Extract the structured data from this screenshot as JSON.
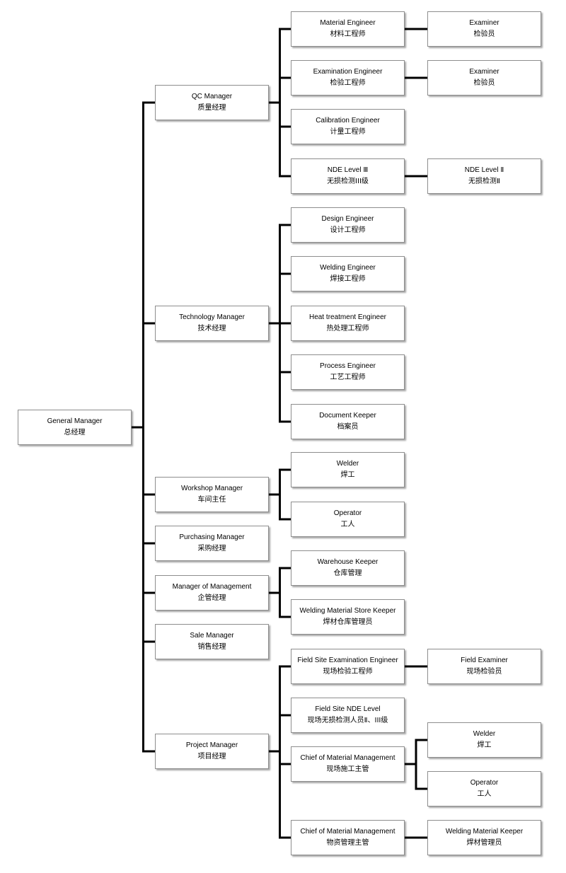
{
  "nodes": [
    {
      "id": "gm",
      "en": "General Manager",
      "zh": "总经理"
    },
    {
      "id": "qc",
      "en": "QC Manager",
      "zh": "质量经理"
    },
    {
      "id": "tech",
      "en": "Technology Manager",
      "zh": "技术经理"
    },
    {
      "id": "workshop",
      "en": "Workshop Manager",
      "zh": "车间主任"
    },
    {
      "id": "purchasing",
      "en": "Purchasing Manager",
      "zh": "采购经理"
    },
    {
      "id": "mgmt",
      "en": "Manager of Management",
      "zh": "企管经理"
    },
    {
      "id": "sale",
      "en": "Sale Manager",
      "zh": "销售经理"
    },
    {
      "id": "project",
      "en": "Project Manager",
      "zh": "项目经理"
    },
    {
      "id": "mat_eng",
      "en": "Material Engineer",
      "zh": "材料工程师"
    },
    {
      "id": "exam_eng",
      "en": "Examination Engineer",
      "zh": "检验工程师"
    },
    {
      "id": "calib_eng",
      "en": "Calibration Engineer",
      "zh": "计量工程师"
    },
    {
      "id": "nde3",
      "en": "NDE Level Ⅲ",
      "zh": "无损检测III级"
    },
    {
      "id": "examiner1",
      "en": "Examiner",
      "zh": "检验员"
    },
    {
      "id": "examiner2",
      "en": "Examiner",
      "zh": "检验员"
    },
    {
      "id": "nde2",
      "en": "NDE Level Ⅱ",
      "zh": "无损检测Ⅱ"
    },
    {
      "id": "design_eng",
      "en": "Design Engineer",
      "zh": "设计工程师"
    },
    {
      "id": "weld_eng",
      "en": "Welding Engineer",
      "zh": "焊接工程师"
    },
    {
      "id": "heat_eng",
      "en": "Heat treatment Engineer",
      "zh": "热处理工程师"
    },
    {
      "id": "process_eng",
      "en": "Process Engineer",
      "zh": "工艺工程师"
    },
    {
      "id": "doc_keeper",
      "en": "Document Keeper",
      "zh": "档案员"
    },
    {
      "id": "welder1",
      "en": "Welder",
      "zh": "焊工"
    },
    {
      "id": "operator1",
      "en": "Operator",
      "zh": "工人"
    },
    {
      "id": "warehouse",
      "en": "Warehouse Keeper",
      "zh": "仓库管理"
    },
    {
      "id": "weld_store",
      "en": "Welding  Material Store Keeper",
      "zh": "焊材仓库管理员"
    },
    {
      "id": "field_exam_eng",
      "en": "Field Site Examination  Engineer",
      "zh": "现场检验工程师"
    },
    {
      "id": "field_nde",
      "en": "Field Site NDE Level",
      "zh": "现场无损检测人员Ⅱ、III级"
    },
    {
      "id": "chief_mat1",
      "en": "Chief of Material Management",
      "zh": "现场施工主管"
    },
    {
      "id": "chief_mat2",
      "en": "Chief of Material Management",
      "zh": "物资管理主管"
    },
    {
      "id": "field_examiner",
      "en": "Field Examiner",
      "zh": "现场检验员"
    },
    {
      "id": "welder2",
      "en": "Welder",
      "zh": "焊工"
    },
    {
      "id": "operator2",
      "en": "Operator",
      "zh": "工人"
    },
    {
      "id": "weld_mat_keeper",
      "en": "Welding Material Keeper",
      "zh": "焊材管理员"
    }
  ],
  "edges": [
    [
      "gm",
      "qc"
    ],
    [
      "gm",
      "tech"
    ],
    [
      "gm",
      "workshop"
    ],
    [
      "gm",
      "purchasing"
    ],
    [
      "gm",
      "mgmt"
    ],
    [
      "gm",
      "sale"
    ],
    [
      "gm",
      "project"
    ],
    [
      "qc",
      "mat_eng"
    ],
    [
      "qc",
      "exam_eng"
    ],
    [
      "qc",
      "calib_eng"
    ],
    [
      "qc",
      "nde3"
    ],
    [
      "mat_eng",
      "examiner1"
    ],
    [
      "exam_eng",
      "examiner2"
    ],
    [
      "nde3",
      "nde2"
    ],
    [
      "tech",
      "design_eng"
    ],
    [
      "tech",
      "weld_eng"
    ],
    [
      "tech",
      "heat_eng"
    ],
    [
      "tech",
      "process_eng"
    ],
    [
      "tech",
      "doc_keeper"
    ],
    [
      "workshop",
      "welder1"
    ],
    [
      "workshop",
      "operator1"
    ],
    [
      "mgmt",
      "warehouse"
    ],
    [
      "mgmt",
      "weld_store"
    ],
    [
      "project",
      "field_exam_eng"
    ],
    [
      "project",
      "field_nde"
    ],
    [
      "project",
      "chief_mat1"
    ],
    [
      "project",
      "chief_mat2"
    ],
    [
      "field_exam_eng",
      "field_examiner"
    ],
    [
      "chief_mat1",
      "welder2"
    ],
    [
      "chief_mat1",
      "operator2"
    ],
    [
      "chief_mat2",
      "weld_mat_keeper"
    ]
  ]
}
